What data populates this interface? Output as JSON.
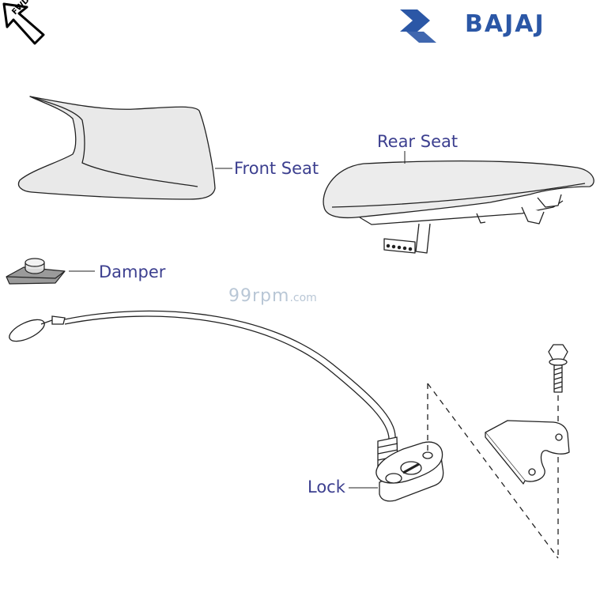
{
  "brand": {
    "name": "BAJAJ",
    "color": "#2b57a6",
    "logo_icon": "bajaj-hexagon-logo-icon"
  },
  "fwd_badge": {
    "text": "FWD",
    "icon": "forward-arrow-icon"
  },
  "watermark": {
    "main": "99rpm",
    "suffix": ".com",
    "color": "#b9c7d6"
  },
  "labels": {
    "front_seat": "Front Seat",
    "rear_seat": "Rear Seat",
    "damper": "Damper",
    "lock": "Lock"
  },
  "label_color": "#3c3f8f"
}
